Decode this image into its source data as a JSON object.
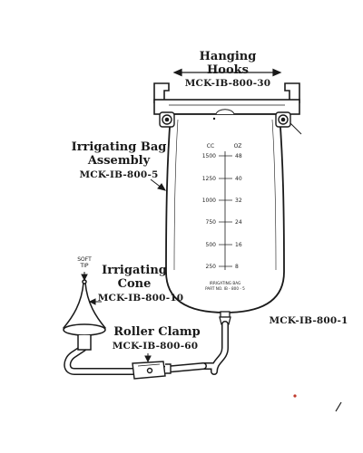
{
  "labels": {
    "hooks": {
      "line1": "Hanging",
      "line2": "Hooks",
      "code": "MCK-IB-800-30"
    },
    "bag": {
      "line1": "Irrigating Bag",
      "line2": "Assembly",
      "code": "MCK-IB-800-5"
    },
    "cone": {
      "line1": "Irrigating",
      "line2": "Cone",
      "code": "MCK-IB-800-10"
    },
    "clamp": {
      "line1": "Roller Clamp",
      "code": "MCK-IB-800-60"
    },
    "system": {
      "code": "MCK-IB-800-1"
    },
    "soft_tip": {
      "line1": "SOFT",
      "line2": "TIP"
    }
  },
  "bag_scale": {
    "cc_header": "CC",
    "oz_header": "OZ",
    "marks": [
      {
        "cc": "1500",
        "oz": "48"
      },
      {
        "cc": "1250",
        "oz": "40"
      },
      {
        "cc": "1000",
        "oz": "32"
      },
      {
        "cc": "750",
        "oz": "24"
      },
      {
        "cc": "500",
        "oz": "16"
      },
      {
        "cc": "250",
        "oz": "8"
      }
    ],
    "imprint_line1": "IRRIGATING BAG",
    "imprint_line2": "PART NO. IB - 800 - 5"
  },
  "colors": {
    "ink": "#1a1a1a",
    "accent_dot": "#c0392b"
  }
}
